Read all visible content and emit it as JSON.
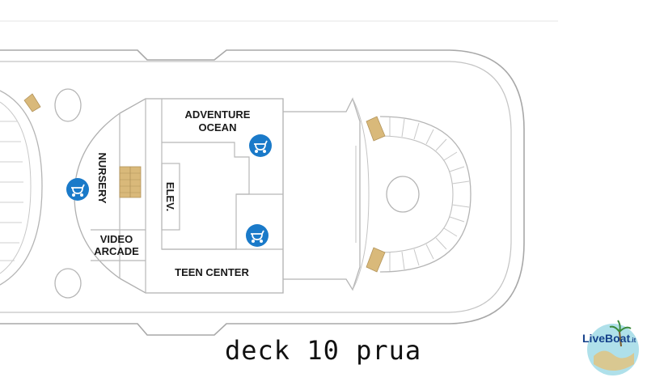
{
  "rooms": {
    "adventure_ocean_line1": "ADVENTURE",
    "adventure_ocean_line2": "OCEAN",
    "nursery": "NURSERY",
    "elevator": "ELEV.",
    "video_arcade_line1": "VIDEO",
    "video_arcade_line2": "ARCADE",
    "teen_center": "TEEN CENTER"
  },
  "caption": "deck 10 prua",
  "logo": {
    "brand": "LiveBoat",
    "domain": ".it"
  },
  "icons": [
    "baby-stroller-icon",
    "baby-stroller-icon",
    "baby-stroller-icon"
  ],
  "colors": {
    "line": "#b5b5b5",
    "stairs": "#d9b97a",
    "icon_bg": "#1a7ac9"
  }
}
